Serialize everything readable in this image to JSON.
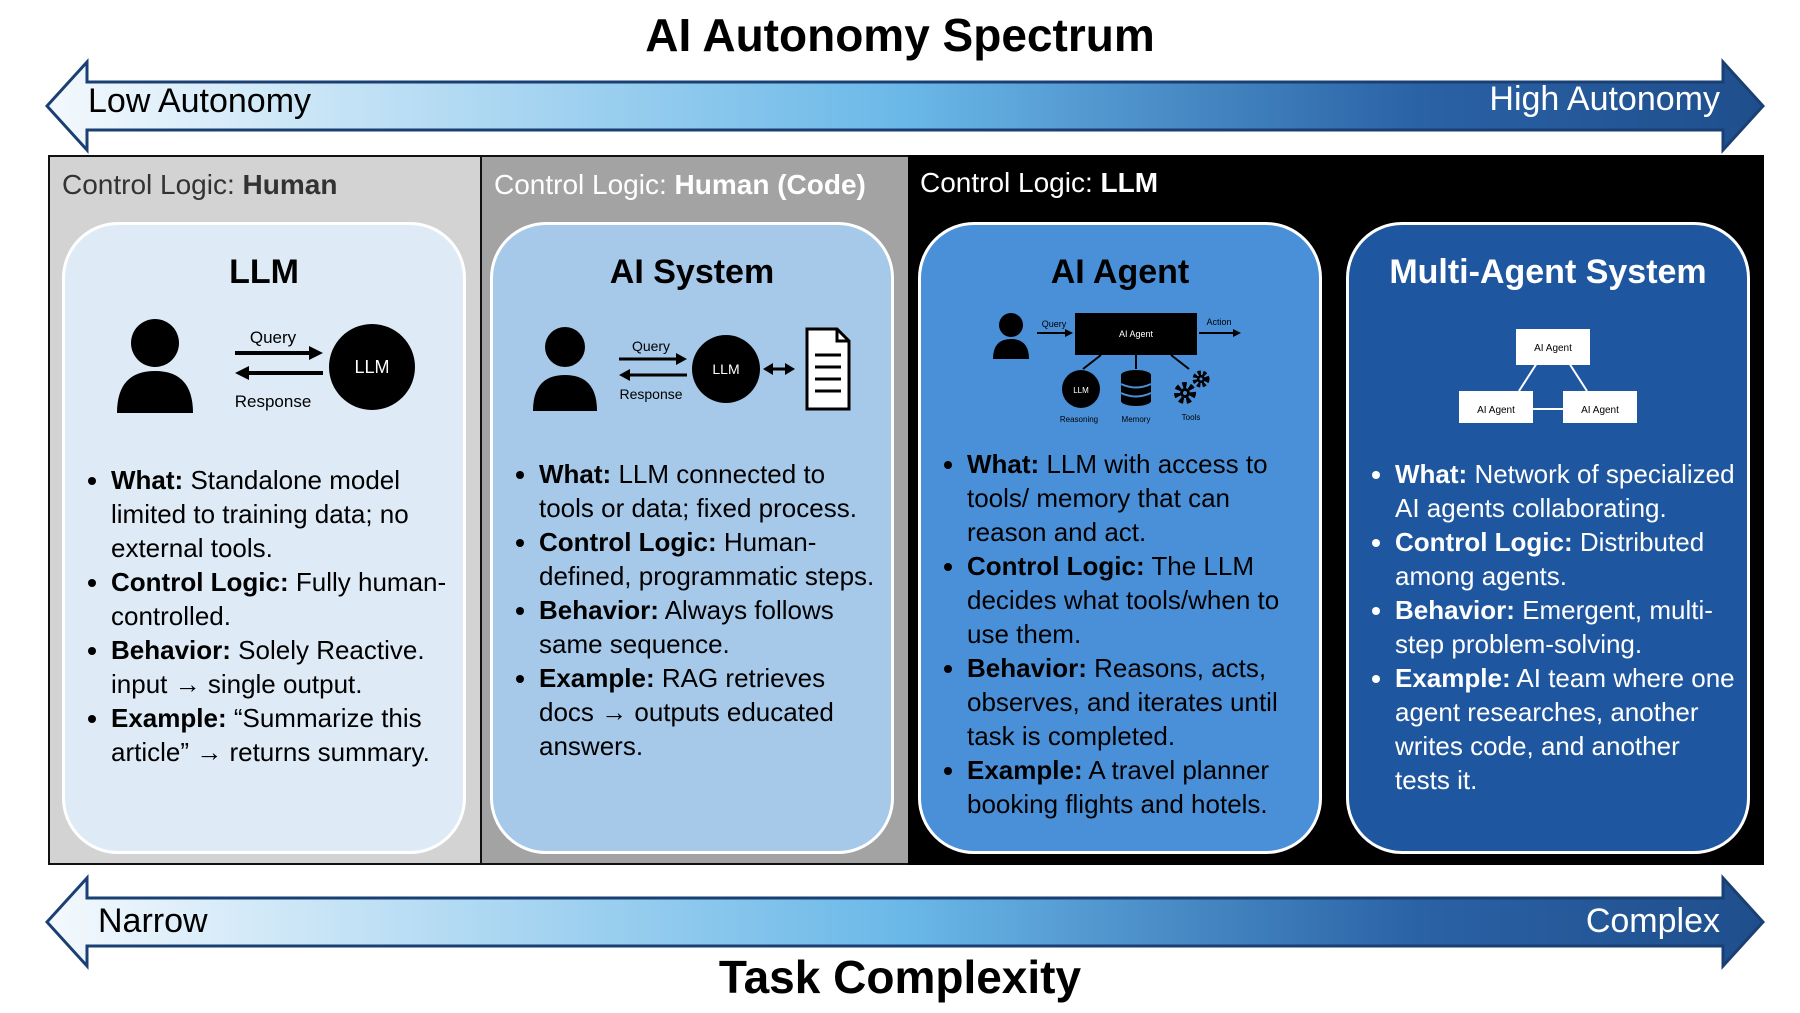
{
  "title": "AI Autonomy Spectrum",
  "bottom_title": "Task Complexity",
  "top_arrow": {
    "left_label": "Low Autonomy",
    "right_label": "High Autonomy"
  },
  "bottom_arrow": {
    "left_label": "Narrow",
    "right_label": "Complex"
  },
  "bands": [
    {
      "prefix": "Control Logic:",
      "value": "Human"
    },
    {
      "prefix": "Control Logic:",
      "value": "Human (Code)"
    },
    {
      "prefix": "Control Logic:",
      "value": "LLM"
    }
  ],
  "cards": [
    {
      "title": "LLM",
      "diagram": {
        "query": "Query",
        "response": "Response",
        "node": "LLM"
      },
      "bullets": [
        {
          "key": "What:",
          "text": "Standalone model limited to training data; no external tools."
        },
        {
          "key": "Control Logic:",
          "text": "Fully human-controlled."
        },
        {
          "key": "Behavior:",
          "text": "Solely Reactive. input → single output."
        },
        {
          "key": "Example:",
          "text": "“Summarize this article” → returns summary."
        }
      ]
    },
    {
      "title": "AI System",
      "diagram": {
        "query": "Query",
        "response": "Response",
        "node": "LLM"
      },
      "bullets": [
        {
          "key": "What:",
          "text": "LLM connected to tools or data; fixed process."
        },
        {
          "key": "Control Logic:",
          "text": "Human-defined, programmatic steps."
        },
        {
          "key": "Behavior:",
          "text": "Always follows same sequence."
        },
        {
          "key": "Example:",
          "text": "RAG retrieves docs → outputs educated answers."
        }
      ]
    },
    {
      "title": "AI Agent",
      "diagram": {
        "query": "Query",
        "agent": "AI Agent",
        "action": "Action",
        "llm": "LLM",
        "reasoning": "Reasoning",
        "memory": "Memory",
        "tools": "Tools"
      },
      "bullets": [
        {
          "key": "What:",
          "text": "LLM with access to tools/ memory that can reason and act."
        },
        {
          "key": "Control Logic:",
          "text": "The LLM decides what tools/when to use them."
        },
        {
          "key": "Behavior:",
          "text": "Reasons, acts, observes, and iterates until task is completed."
        },
        {
          "key": "Example:",
          "text": "A travel planner booking flights and hotels."
        }
      ]
    },
    {
      "title": "Multi-Agent System",
      "diagram": {
        "top": "AI Agent",
        "left": "AI Agent",
        "right": "AI Agent"
      },
      "bullets": [
        {
          "key": "What:",
          "text": "Network of specialized AI agents collaborating."
        },
        {
          "key": "Control Logic:",
          "text": "Distributed among agents."
        },
        {
          "key": "Behavior:",
          "text": "Emergent, multi-step problem-solving."
        },
        {
          "key": "Example:",
          "text": "AI team where one agent researches, another writes code, and another tests it."
        }
      ]
    }
  ],
  "colors": {
    "card1": "#deeaf6",
    "card2": "#a6c9ea",
    "card3": "#4a90d9",
    "card4": "#1f56a0",
    "arrow_light": "#ddeefa",
    "arrow_mid": "#6ab8e8",
    "arrow_dark": "#1f4e8c"
  },
  "icons": [
    "person-icon",
    "document-icon",
    "database-icon",
    "gear-icon"
  ]
}
